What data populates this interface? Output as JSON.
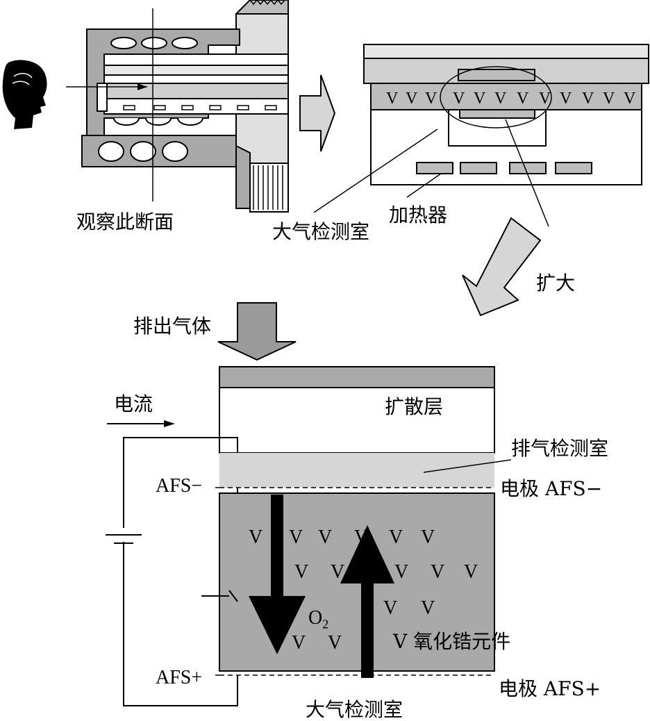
{
  "labels": {
    "observe_section": "观察此断面",
    "heater": "加热器",
    "atm_chamber_top": "大气检测室",
    "enlarge": "扩大",
    "exhaust_gas": "排出气体",
    "current": "电流",
    "diffusion_layer": "扩散层",
    "exhaust_chamber": "排气检测室",
    "electrode_afs_minus": "电极 AFS−",
    "electrode_afs_plus": "电极 AFS+",
    "afs_minus": "AFS−",
    "afs_plus": "AFS+",
    "o2_base": "O",
    "o2_sub": "2",
    "zirconia_element": "V 氧化锆元件",
    "atm_chamber_bottom": "大气检测室",
    "v_mark": "V"
  },
  "colors": {
    "outline": "#000000",
    "dark_gray": "#a9a9a9",
    "mid_gray": "#bdbdbd",
    "light_gray": "#d6d6d6",
    "arrow_gray": "#9a9a9a"
  },
  "icons": {
    "head": "person-head-icon"
  }
}
